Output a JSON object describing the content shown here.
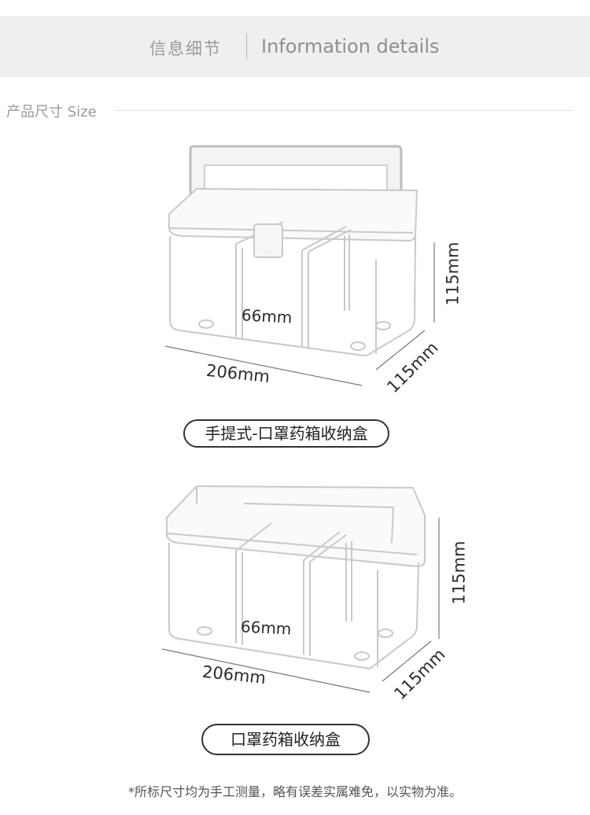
{
  "header": {
    "title_cn": "信息细节",
    "title_en": "Information details"
  },
  "section": {
    "label": "产品尺寸 Size"
  },
  "products": [
    {
      "name": "手提式-口罩药箱收纳盒",
      "width": "206mm",
      "height": "115mm",
      "depth": "115mm",
      "compartment": "66mm"
    },
    {
      "name": "口罩药箱收纳盒",
      "width": "206mm",
      "height": "115mm",
      "depth": "115mm",
      "compartment": "66mm"
    }
  ],
  "footnote": "*所标尺寸均为手工测量，略有误差实属难免，以实物为准。"
}
